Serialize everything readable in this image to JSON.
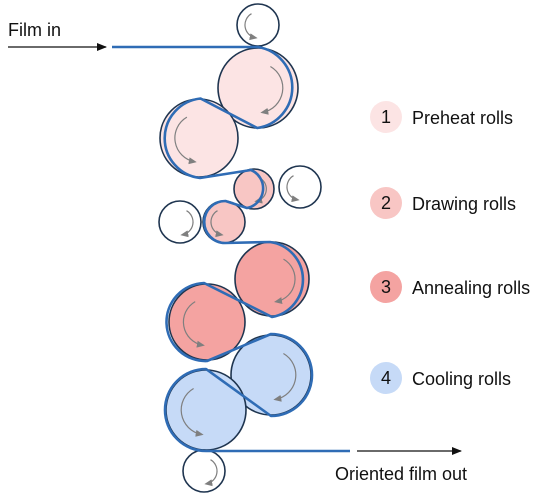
{
  "input_label": "Film in",
  "output_label": "Oriented film out",
  "legend": [
    {
      "number": "1",
      "label": "Preheat rolls",
      "fill": "#fce4e4"
    },
    {
      "number": "2",
      "label": "Drawing rolls",
      "fill": "#f8c6c4"
    },
    {
      "number": "3",
      "label": "Annealing rolls",
      "fill": "#f4a3a1"
    },
    {
      "number": "4",
      "label": "Cooling rolls",
      "fill": "#c6daf7"
    }
  ],
  "colors": {
    "film": "#2f6cb5",
    "roll_outline": "#1f3550",
    "nip_roll_fill": "#ffffff",
    "rotation_arrow": "#7f7f7f"
  }
}
